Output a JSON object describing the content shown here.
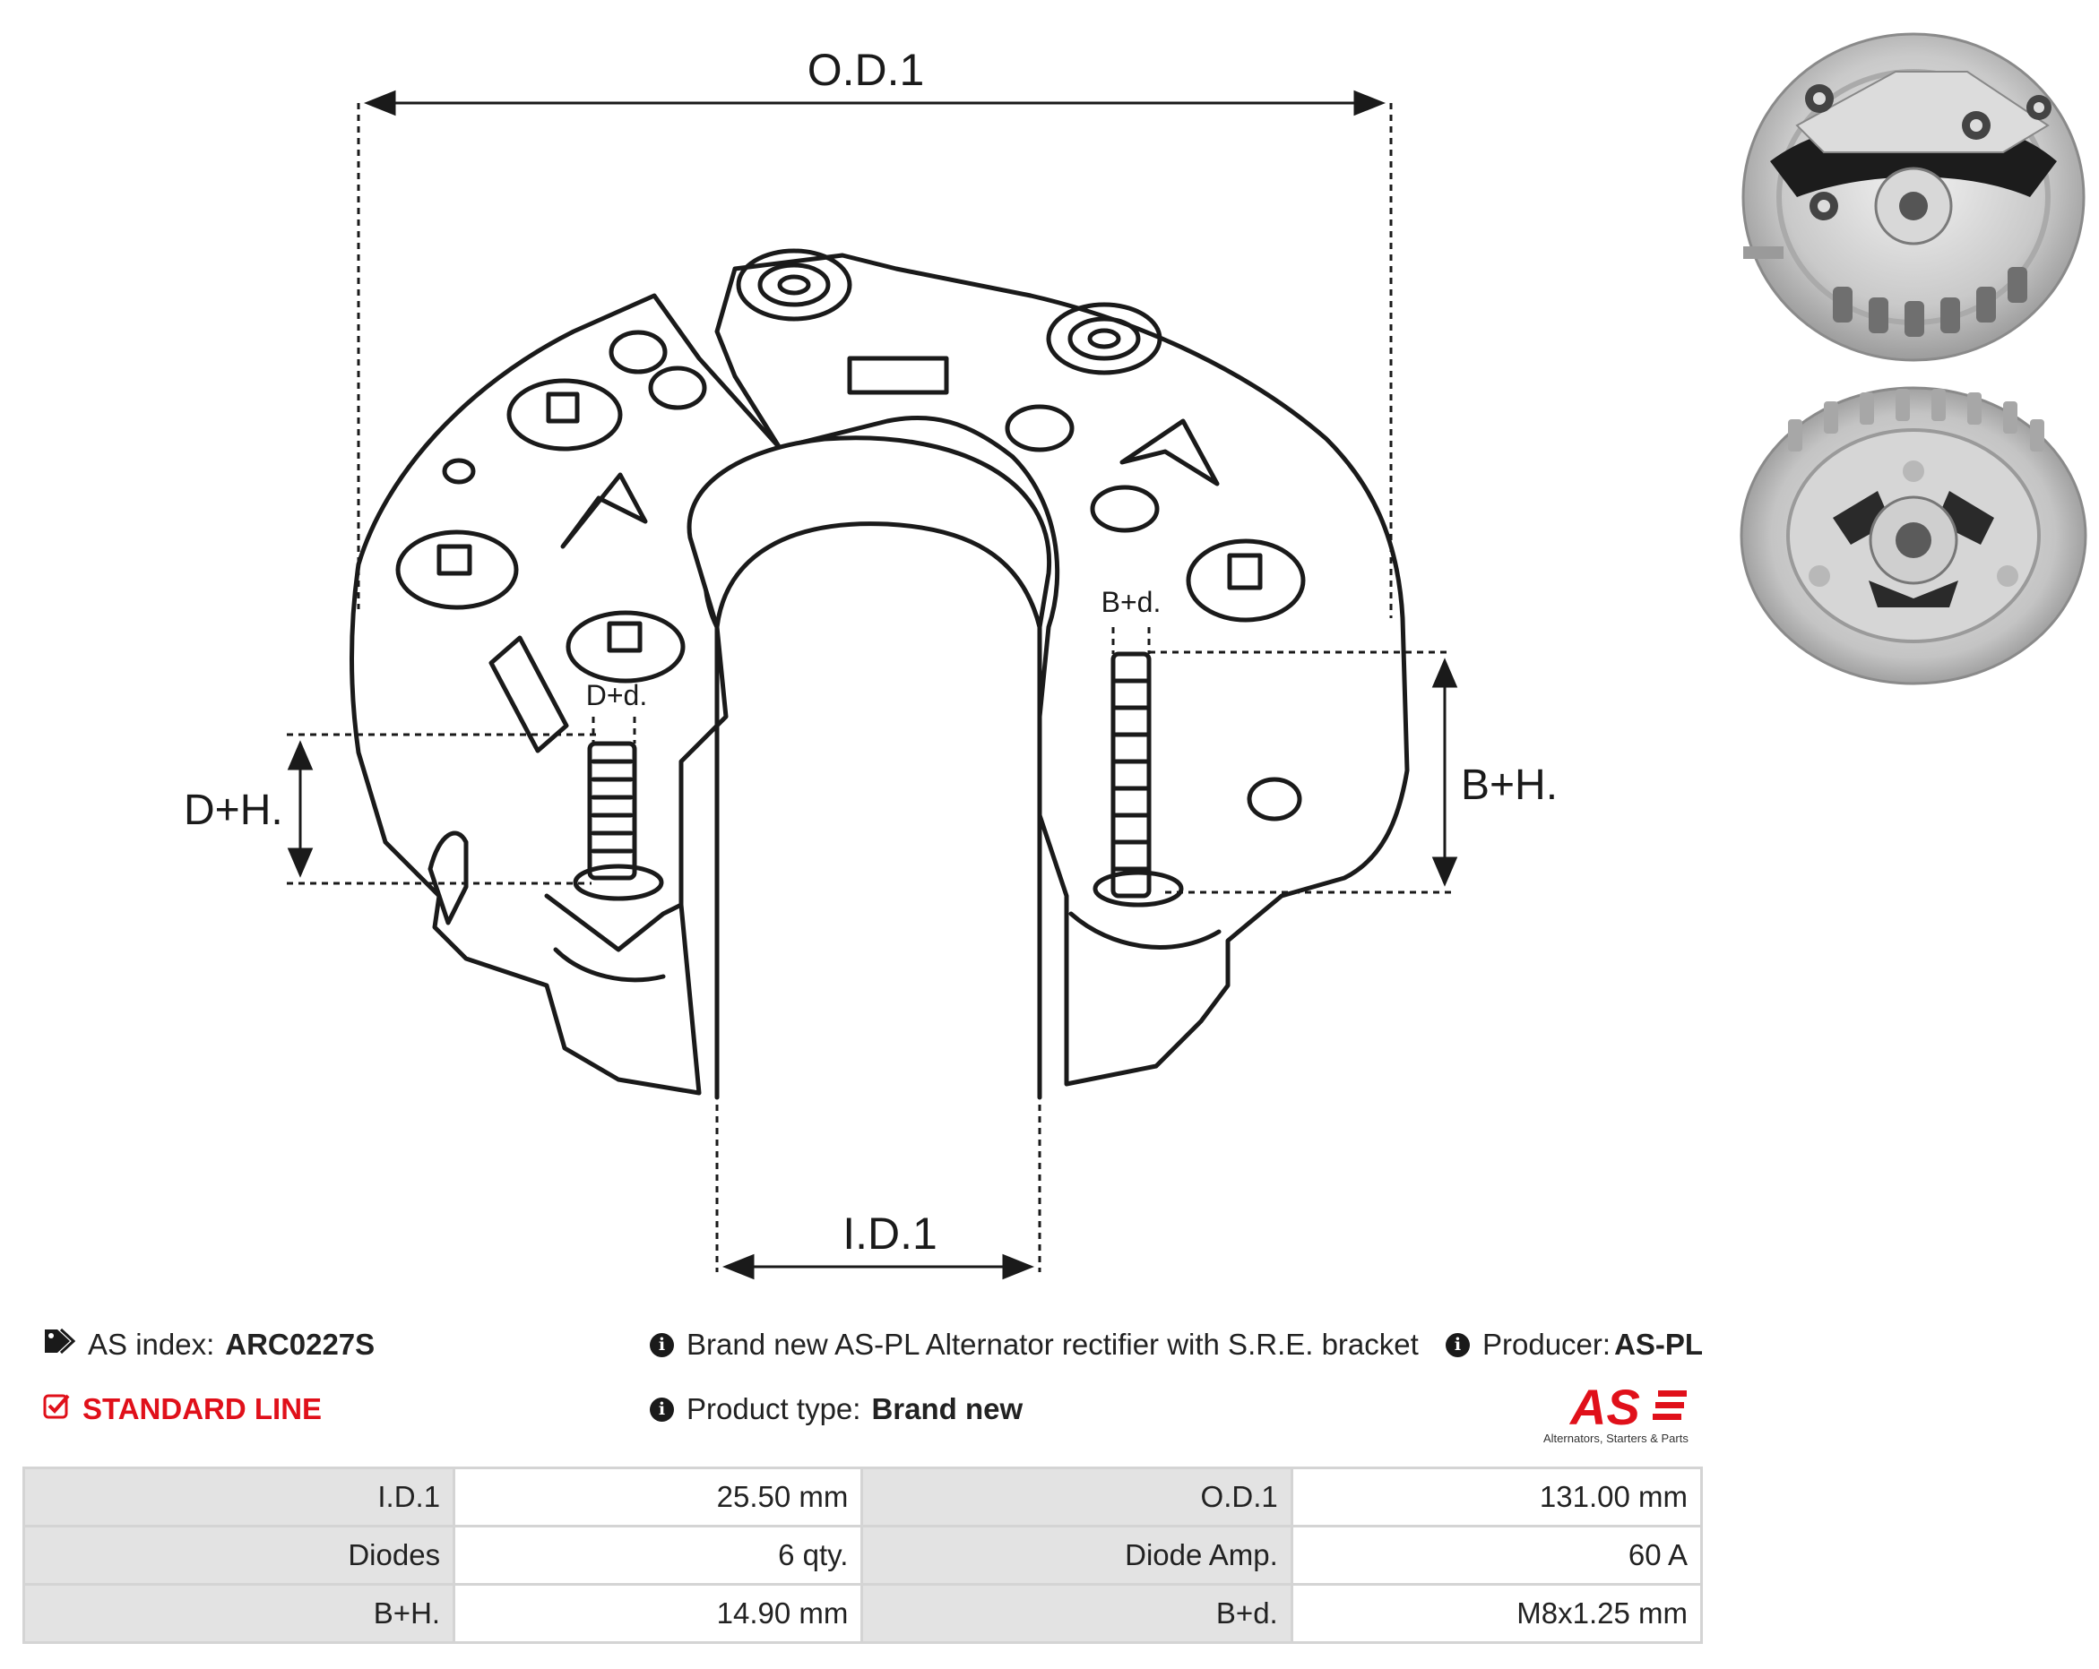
{
  "diagram": {
    "labels": {
      "od": "O.D.1",
      "id": "I.D.1",
      "dh": "D+H.",
      "bh": "B+H.",
      "dd": "D+d.",
      "bd": "B+d."
    }
  },
  "info": {
    "as_index_label": "AS index:",
    "as_index_value": "ARC0227S",
    "line": "STANDARD LINE",
    "description": "Brand new AS-PL Alternator rectifier with S.R.E. bracket",
    "producer_label": "Producer:",
    "producer_value": "AS-PL",
    "product_type_label": "Product type:",
    "product_type_value": "Brand new"
  },
  "logo": {
    "text": "AS",
    "tagline": "Alternators, Starters & Parts",
    "color": "#e0101a"
  },
  "specs": {
    "rows": [
      {
        "k1": "I.D.1",
        "v1": "25.50 mm",
        "k2": "O.D.1",
        "v2": "131.00 mm"
      },
      {
        "k1": "Diodes",
        "v1": "6 qty.",
        "k2": "Diode Amp.",
        "v2": "60 A"
      },
      {
        "k1": "B+H.",
        "v1": "14.90 mm",
        "k2": "B+d.",
        "v2": "M8x1.25 mm"
      }
    ]
  },
  "icons": {
    "as_index": "tag-icon",
    "line": "checkbox-icon",
    "description": "info-icon",
    "producer": "info-icon",
    "product_type": "info-icon"
  }
}
